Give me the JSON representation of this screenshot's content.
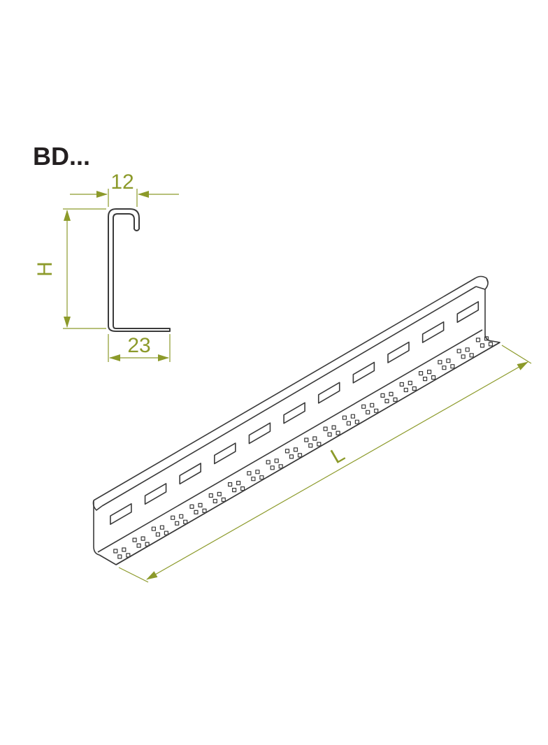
{
  "product_code": "BD...",
  "dimensions": {
    "top_width": "12",
    "height": "H",
    "base_width": "23",
    "length": "L"
  },
  "colors": {
    "dimension": "#8c9a2a",
    "outline": "#3a3a3a",
    "title": "#231f20"
  }
}
